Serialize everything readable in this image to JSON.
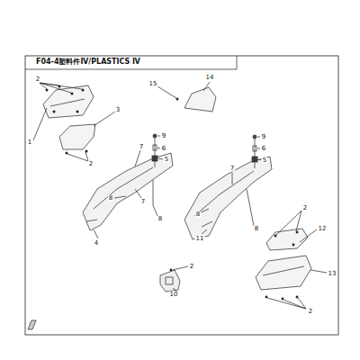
{
  "diagram": {
    "title": "F04-4塑料件Ⅳ/PLASTICS Ⅳ",
    "labels": [
      "2",
      "1",
      "3",
      "2",
      "15",
      "14",
      "7",
      "9",
      "6",
      "5",
      "7",
      "8",
      "8",
      "4",
      "7",
      "9",
      "6",
      "5",
      "8",
      "11",
      "8",
      "2",
      "12",
      "13",
      "2",
      "2",
      "10"
    ]
  }
}
